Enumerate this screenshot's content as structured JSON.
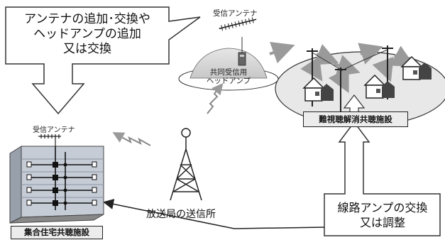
{
  "callouts": {
    "upgrade_antenna_line1": "アンテナの追加･交換や",
    "upgrade_antenna_line2": "ヘッドアンプの追加",
    "upgrade_antenna_line3": "又は交換",
    "line_amp_line1": "線路アンプの交換",
    "line_amp_line2": "又は調整"
  },
  "labels": {
    "receiving_antenna_top": "受信アンテナ",
    "head_amp_line1": "共同受信用",
    "head_amp_line2": "ヘッドアンプ",
    "receiving_antenna_building": "受信アンテナ",
    "broadcast_station": "放送局の送信所"
  },
  "captions": {
    "community_facility": "難視聴解消共聴施設",
    "apartment_facility": "集合住宅共聴施設"
  },
  "colors": {
    "arrow_gray": "#9a9a9a",
    "ellipse_fill": "#e6e6e6",
    "hill_fill": "#d4d4d4",
    "building_face": "#bcc4d0"
  }
}
